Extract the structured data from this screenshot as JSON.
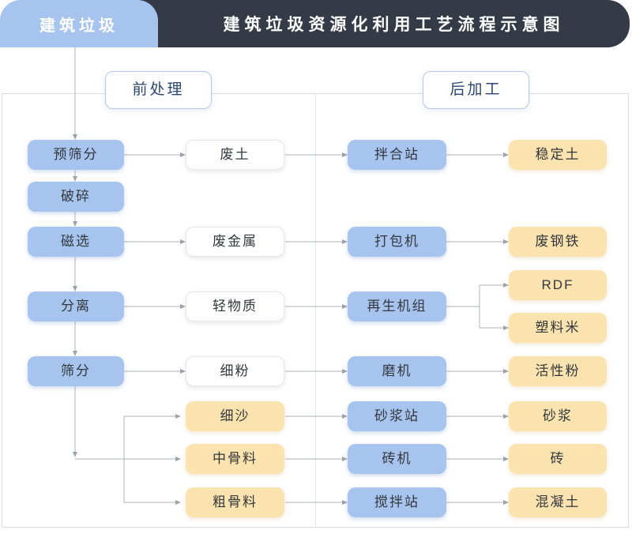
{
  "header": {
    "tab": "建筑垃圾",
    "title": "建筑垃圾资源化利用工艺流程示意图"
  },
  "sections": {
    "pre": "前处理",
    "post": "后加工"
  },
  "flow": {
    "steps": [
      "预筛分",
      "破碎",
      "磁选",
      "分离",
      "筛分"
    ],
    "outputs": [
      "废土",
      "废金属",
      "轻物质",
      "细粉",
      "细沙",
      "中骨料",
      "粗骨料"
    ],
    "machines": [
      "拌合站",
      "打包机",
      "再生机组",
      "磨机",
      "砂浆站",
      "砖机",
      "搅拌站"
    ],
    "products": [
      "稳定土",
      "废钢铁",
      "RDF",
      "塑料米",
      "活性粉",
      "砂浆",
      "砖",
      "混凝土"
    ]
  },
  "edges": [
    "建筑垃圾 → 预筛分",
    "预筛分 → 破碎",
    "破碎 → 磁选",
    "磁选 → 分离",
    "分离 → 筛分",
    "预筛分 → 废土",
    "磁选 → 废金属",
    "分离 → 轻物质",
    "筛分 → 细粉",
    "筛分 → 细沙",
    "筛分 → 中骨料",
    "筛分 → 粗骨料",
    "废土 → 拌合站",
    "废金属 → 打包机",
    "轻物质 → 再生机组",
    "细粉 → 磨机",
    "细沙 → 砂浆站",
    "中骨料 → 砖机",
    "粗骨料 → 搅拌站",
    "拌合站 → 稳定土",
    "打包机 → 废钢铁",
    "再生机组 → RDF",
    "再生机组 → 塑料米",
    "磨机 → 活性粉",
    "砂浆站 → 砂浆",
    "砖机 → 砖",
    "搅拌站 → 混凝土"
  ],
  "colors": {
    "node_blue": "#a6c4ee",
    "node_yellow": "#fae3ae",
    "titlebar_dark": "#343b46",
    "connector_gray": "#aeb1b9",
    "section_text": "#2a4674"
  }
}
